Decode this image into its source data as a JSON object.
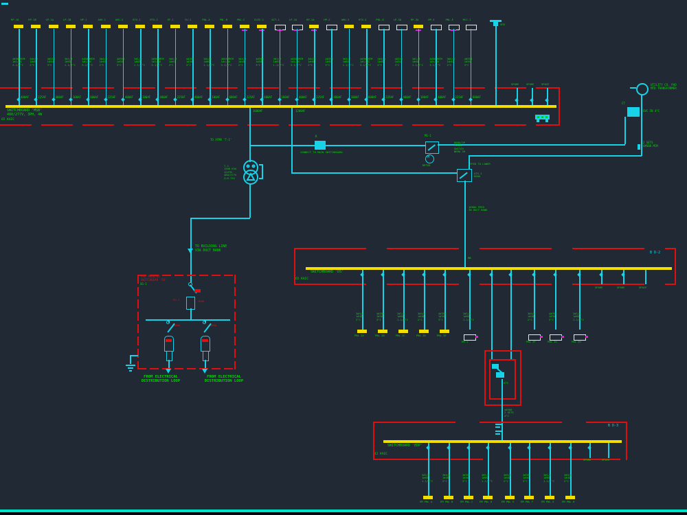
{
  "colors": {
    "bg": "#212a34",
    "cyan": "#18d2e8",
    "teal": "#00e5c8",
    "green": "#00d900",
    "yellow": "#f2de00",
    "red": "#e01010",
    "white": "#e8e8e8",
    "magenta": "#e020e0",
    "black": "#05080c"
  },
  "labels": {
    "bus1_name": "SWITCHBOARD 'MSB'\n480/277V, 3PH, 4W",
    "bus1_rating": "65 KAIC",
    "bus2_name": "SWITCHBOARD 'DS'",
    "bus2_rating": "65 KAIC",
    "bus2_ref": "B D-2",
    "bus3_name": "SWITCHBOARD 'EDP'",
    "bus3_rating": "42 KAIC",
    "bus3_ref": "B D-3",
    "loop": "FROM ELECTRICAL\nDISTRIBUTION LOOP",
    "service_meter": "UTILITY CO. PAD\nMTD TRANSFORMER",
    "duct": "TO BUILDING LINE\nVIA DUCT BANK"
  },
  "top_bus": {
    "feeders": [
      {
        "label": "RP-1A",
        "tag": "4#500MCM\n1#1/0G\n3-1/2\"C",
        "bkr": "400AF",
        "box": "y",
        "mag": false
      },
      {
        "label": "RP-1B",
        "tag": "3#4/0\n1#4G\n2\"C",
        "bkr": "225AF",
        "box": "y",
        "mag": false
      },
      {
        "label": "LP-1A",
        "tag": "4#350\n1#3G\n3\"C",
        "bkr": "400AF",
        "box": "y",
        "mag": false
      },
      {
        "label": "LP-1B",
        "tag": "3#1/0\n1#6G\n1-1/2\"C",
        "bkr": "100AF",
        "box": "y",
        "mag": false
      },
      {
        "label": "HP-1",
        "tag": "4#500MCM\n1#1/0G\n3-1/2\"C",
        "bkr": "600AF",
        "box": "y",
        "mag": false
      },
      {
        "label": "AHU-1",
        "tag": "3#4/0\n1#4G\n2\"C",
        "bkr": "225AF",
        "box": "y",
        "mag": false
      },
      {
        "label": "AHU-2",
        "tag": "4#350\n1#3G\n3\"C",
        "bkr": "400AF",
        "box": "y",
        "mag": false
      },
      {
        "label": "RTU-1",
        "tag": "3#1/0\n1#6G\n1-1/2\"C",
        "bkr": "100AF",
        "box": "y",
        "mag": false
      },
      {
        "label": "RTU-2",
        "tag": "4#500MCM\n1#1/0G\n3-1/2\"C",
        "bkr": "400AF",
        "box": "y",
        "mag": false
      },
      {
        "label": "EF-1",
        "tag": "3#4/0\n1#4G\n2\"C",
        "bkr": "225AF",
        "box": "y",
        "mag": false
      },
      {
        "label": "CU-1",
        "tag": "4#350\n1#3G\n3\"C",
        "bkr": "400AF",
        "box": "y",
        "mag": false
      },
      {
        "label": "PNL-A",
        "tag": "3#1/0\n1#6G\n1-1/2\"C",
        "bkr": "100AF",
        "box": "y",
        "mag": false
      },
      {
        "label": "PNL-B",
        "tag": "4#500MCM\n1#1/0G\n3-1/2\"C",
        "bkr": "600AF",
        "box": "y",
        "mag": false
      },
      {
        "label": "PNL-C",
        "tag": "3#4/0\n1#4G\n2\"C",
        "bkr": "225AF",
        "box": "y",
        "mag": true
      },
      {
        "label": "ELEV-1",
        "tag": "4#350\n1#3G\n3\"C",
        "bkr": "400AF",
        "box": "y",
        "mag": true
      },
      {
        "label": "KIT-1",
        "tag": "3#1/0\n1#6G\n1-1/2\"C",
        "bkr": "100AF",
        "box": "w",
        "mag": true
      },
      {
        "label": "LP-2A",
        "tag": "4#500MCM\n1#1/0G\n3-1/2\"C",
        "bkr": "400AF",
        "box": "w",
        "mag": true
      },
      {
        "label": "RP-2A",
        "tag": "3#4/0\n1#4G\n2\"C",
        "bkr": "225AF",
        "box": "y",
        "mag": true
      },
      {
        "label": "HP-2",
        "tag": "4#350\n1#3G\n3\"C",
        "bkr": "400AF",
        "box": "w",
        "mag": false
      },
      {
        "label": "AHU-3",
        "tag": "3#1/0\n1#6G\n1-1/2\"C",
        "bkr": "100AF",
        "box": "y",
        "mag": false
      },
      {
        "label": "RTU-3",
        "tag": "4#500MCM\n1#1/0G\n3-1/2\"C",
        "bkr": "600AF",
        "box": "y",
        "mag": false
      },
      {
        "label": "PNL-D",
        "tag": "3#4/0\n1#4G\n2\"C",
        "bkr": "225AF",
        "box": "w",
        "mag": false
      },
      {
        "label": "LP-3A",
        "tag": "4#350\n1#3G\n3\"C",
        "bkr": "400AF",
        "box": "w",
        "mag": false
      },
      {
        "label": "RP-3A",
        "tag": "3#1/0\n1#6G\n1-1/2\"C",
        "bkr": "100AF",
        "box": "y",
        "mag": true
      },
      {
        "label": "HP-3",
        "tag": "4#500MCM\n1#1/0G\n3-1/2\"C",
        "bkr": "400AF",
        "box": "w",
        "mag": false
      },
      {
        "label": "PNL-E",
        "tag": "3#4/0\n1#4G\n2\"C",
        "bkr": "225AF",
        "box": "w",
        "mag": true
      },
      {
        "label": "MCC-1",
        "tag": "4#350\n1#3G\n3\"C",
        "bkr": "600AF",
        "box": "w",
        "mag": false
      }
    ],
    "stubs": [
      "SPARE",
      "SPARE",
      "SPACE"
    ],
    "t_symbol_label": "SPD",
    "down_bkr_left": "1600AF",
    "down_bkr_right": "1200AF",
    "spd_label": "TVSS"
  },
  "service": {
    "ct_label": "CT",
    "svc_note": "SVC IN 4\"C",
    "riser_note": "2 SETS\n4#600 MCM",
    "switch_name": "MS-1",
    "switch_spec": "800A/3P\nFUSED\nSWITCH\nNEMA 3R",
    "meter_glyph": "M",
    "meter_note": "METER",
    "k_label": "K",
    "k_note": "CONNECT TO MAIN SWITCHBOARD",
    "ats_name": "FEED TO LOWER",
    "ats_spec": "ATS-1\n800A",
    "feed_note": "1600A FEED\nIN DUCT BANK",
    "junction_note": "TO XFMR 'T-1'"
  },
  "transformer": {
    "spec": "T-1\n1500 KVA\n12470-\n480/277V\nZ=5.75%"
  },
  "gen_block": {
    "title_red": "PAD MOUNTED\nSWITCHGEAR 'SG'",
    "title_green": "SG-1",
    "fuse_tag": "FU-1",
    "fuse_amp": "100A",
    "sw_amp": "400A"
  },
  "bus2": {
    "feed_tick": "MB",
    "feeders": [
      {
        "label": "PNL 2A",
        "tag": "3#4/0\n1#4G\n2\"C",
        "box": "y"
      },
      {
        "label": "PNL 2B",
        "tag": "4#350\n1#3G\n3\"C",
        "box": "y"
      },
      {
        "label": "PNL 2C",
        "tag": "3#1/0\n1#6G\n1-1/2\"C",
        "box": "y"
      },
      {
        "label": "PNL 2D",
        "tag": "3#4/0\n1#4G\n2\"C",
        "box": "y"
      },
      {
        "label": "PNL 2E",
        "tag": "4#350\n1#3G\n3\"C",
        "box": "y"
      },
      {
        "label": "EM-1",
        "tag": "3#1/0\n1#6G\n1-1/2\"C",
        "box": "w"
      },
      {
        "label": "ATS",
        "tag": "",
        "box": "ats"
      },
      {
        "label": "ATS",
        "tag": "",
        "box": "ats"
      },
      {
        "label": "PNL 2F",
        "tag": "3#4/0\n1#4G\n2\"C",
        "box": "w"
      },
      {
        "label": "PNL 2G",
        "tag": "4#350\n1#3G\n3\"C",
        "box": "w"
      },
      {
        "label": "PNL 2H",
        "tag": "3#1/0\n1#6G\n1-1/2\"C",
        "box": "w"
      }
    ],
    "stubs": [
      "SPARE",
      "SPARE",
      "SPACE"
    ]
  },
  "ats": {
    "name": "ATS",
    "tag": "4#500\n2 SETS\n4\"C"
  },
  "bus3": {
    "feeders": [
      {
        "label": "EM PNL A",
        "tag": "3#1/0\n1#6G\n1-1/2\"C"
      },
      {
        "label": "EM PNL B",
        "tag": "3#4/0\n1#4G\n2\"C"
      },
      {
        "label": "EM PNL C",
        "tag": "4#350\n1#3G\n3\"C"
      },
      {
        "label": "EM PNL D",
        "tag": "3#1/0\n1#6G\n1-1/2\"C"
      },
      {
        "label": "EM PNL E",
        "tag": "3#4/0\n1#4G\n2\"C"
      },
      {
        "label": "EM PNL F",
        "tag": "4#350\n1#3G\n3\"C"
      },
      {
        "label": "EM PNL G",
        "tag": "3#1/0\n1#6G\n1-1/2\"C"
      },
      {
        "label": "EM PNL H",
        "tag": "3#4/0\n1#4G\n2\"C"
      }
    ],
    "stubs": [
      "SPARE",
      "SPACE"
    ]
  }
}
